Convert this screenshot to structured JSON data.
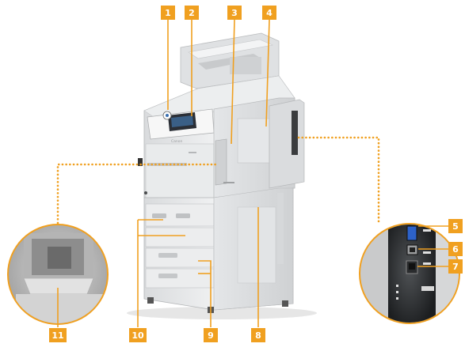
{
  "callouts": [
    {
      "id": "1",
      "label": "1"
    },
    {
      "id": "2",
      "label": "2"
    },
    {
      "id": "3",
      "label": "3"
    },
    {
      "id": "4",
      "label": "4"
    },
    {
      "id": "5",
      "label": "5"
    },
    {
      "id": "6",
      "label": "6"
    },
    {
      "id": "7",
      "label": "7"
    },
    {
      "id": "8",
      "label": "8"
    },
    {
      "id": "9",
      "label": "9"
    },
    {
      "id": "10",
      "label": "10"
    },
    {
      "id": "11",
      "label": "11"
    }
  ],
  "brand_text": "Canon",
  "colors": {
    "callout_badge": "#f0a020",
    "callout_text": "#ffffff",
    "printer_body": "#e8e9ea",
    "printer_shadow": "#c9cbcd",
    "panel_dark": "#2b2f36",
    "detail_background": "#2a2d2f"
  }
}
